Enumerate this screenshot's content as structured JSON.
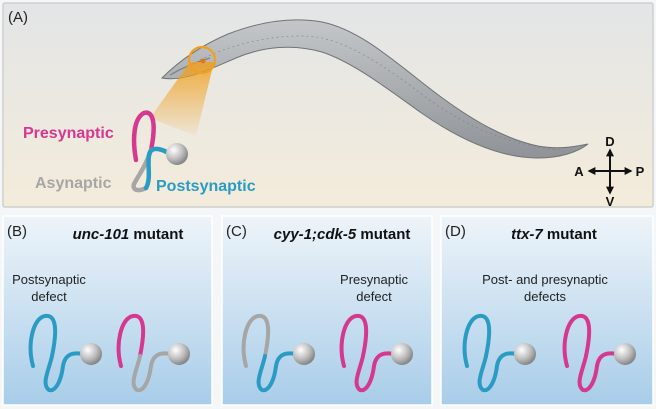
{
  "colors": {
    "presynaptic": "#d6378f",
    "postsynaptic": "#2a9cc4",
    "asynaptic": "#a6a6a6",
    "worm": "#a9adb1",
    "highlight": "#f0a01e",
    "panel_top": "#eef4f9",
    "panel_bottom": "#a8cde9"
  },
  "panel_a": {
    "label": "(A)",
    "presynaptic_label": "Presynaptic",
    "asynaptic_label": "Asynaptic",
    "postsynaptic_label": "Postsynaptic",
    "compass": {
      "dorsal": "D",
      "ventral": "V",
      "anterior": "A",
      "posterior": "P"
    }
  },
  "panels": [
    {
      "label": "(B)",
      "title_italic": "unc-101",
      "title_rest": " mutant",
      "description": [
        "Postsynaptic",
        "defect"
      ],
      "neurons": [
        {
          "pre": "postsynaptic",
          "post": "postsynaptic"
        },
        {
          "pre": "presynaptic",
          "post": "asynaptic"
        }
      ]
    },
    {
      "label": "(C)",
      "title_italic": "cyy-1;cdk-5",
      "title_rest": " mutant",
      "description": [
        "Presynaptic",
        "defect"
      ],
      "neurons": [
        {
          "pre": "asynaptic",
          "post": "postsynaptic"
        },
        {
          "pre": "presynaptic",
          "post": "presynaptic"
        }
      ]
    },
    {
      "label": "(D)",
      "title_italic": "ttx-7",
      "title_rest": " mutant",
      "description": [
        "Post- and presynaptic",
        "defects"
      ],
      "neurons": [
        {
          "pre": "postsynaptic",
          "post": "postsynaptic"
        },
        {
          "pre": "presynaptic",
          "post": "presynaptic"
        }
      ]
    }
  ]
}
